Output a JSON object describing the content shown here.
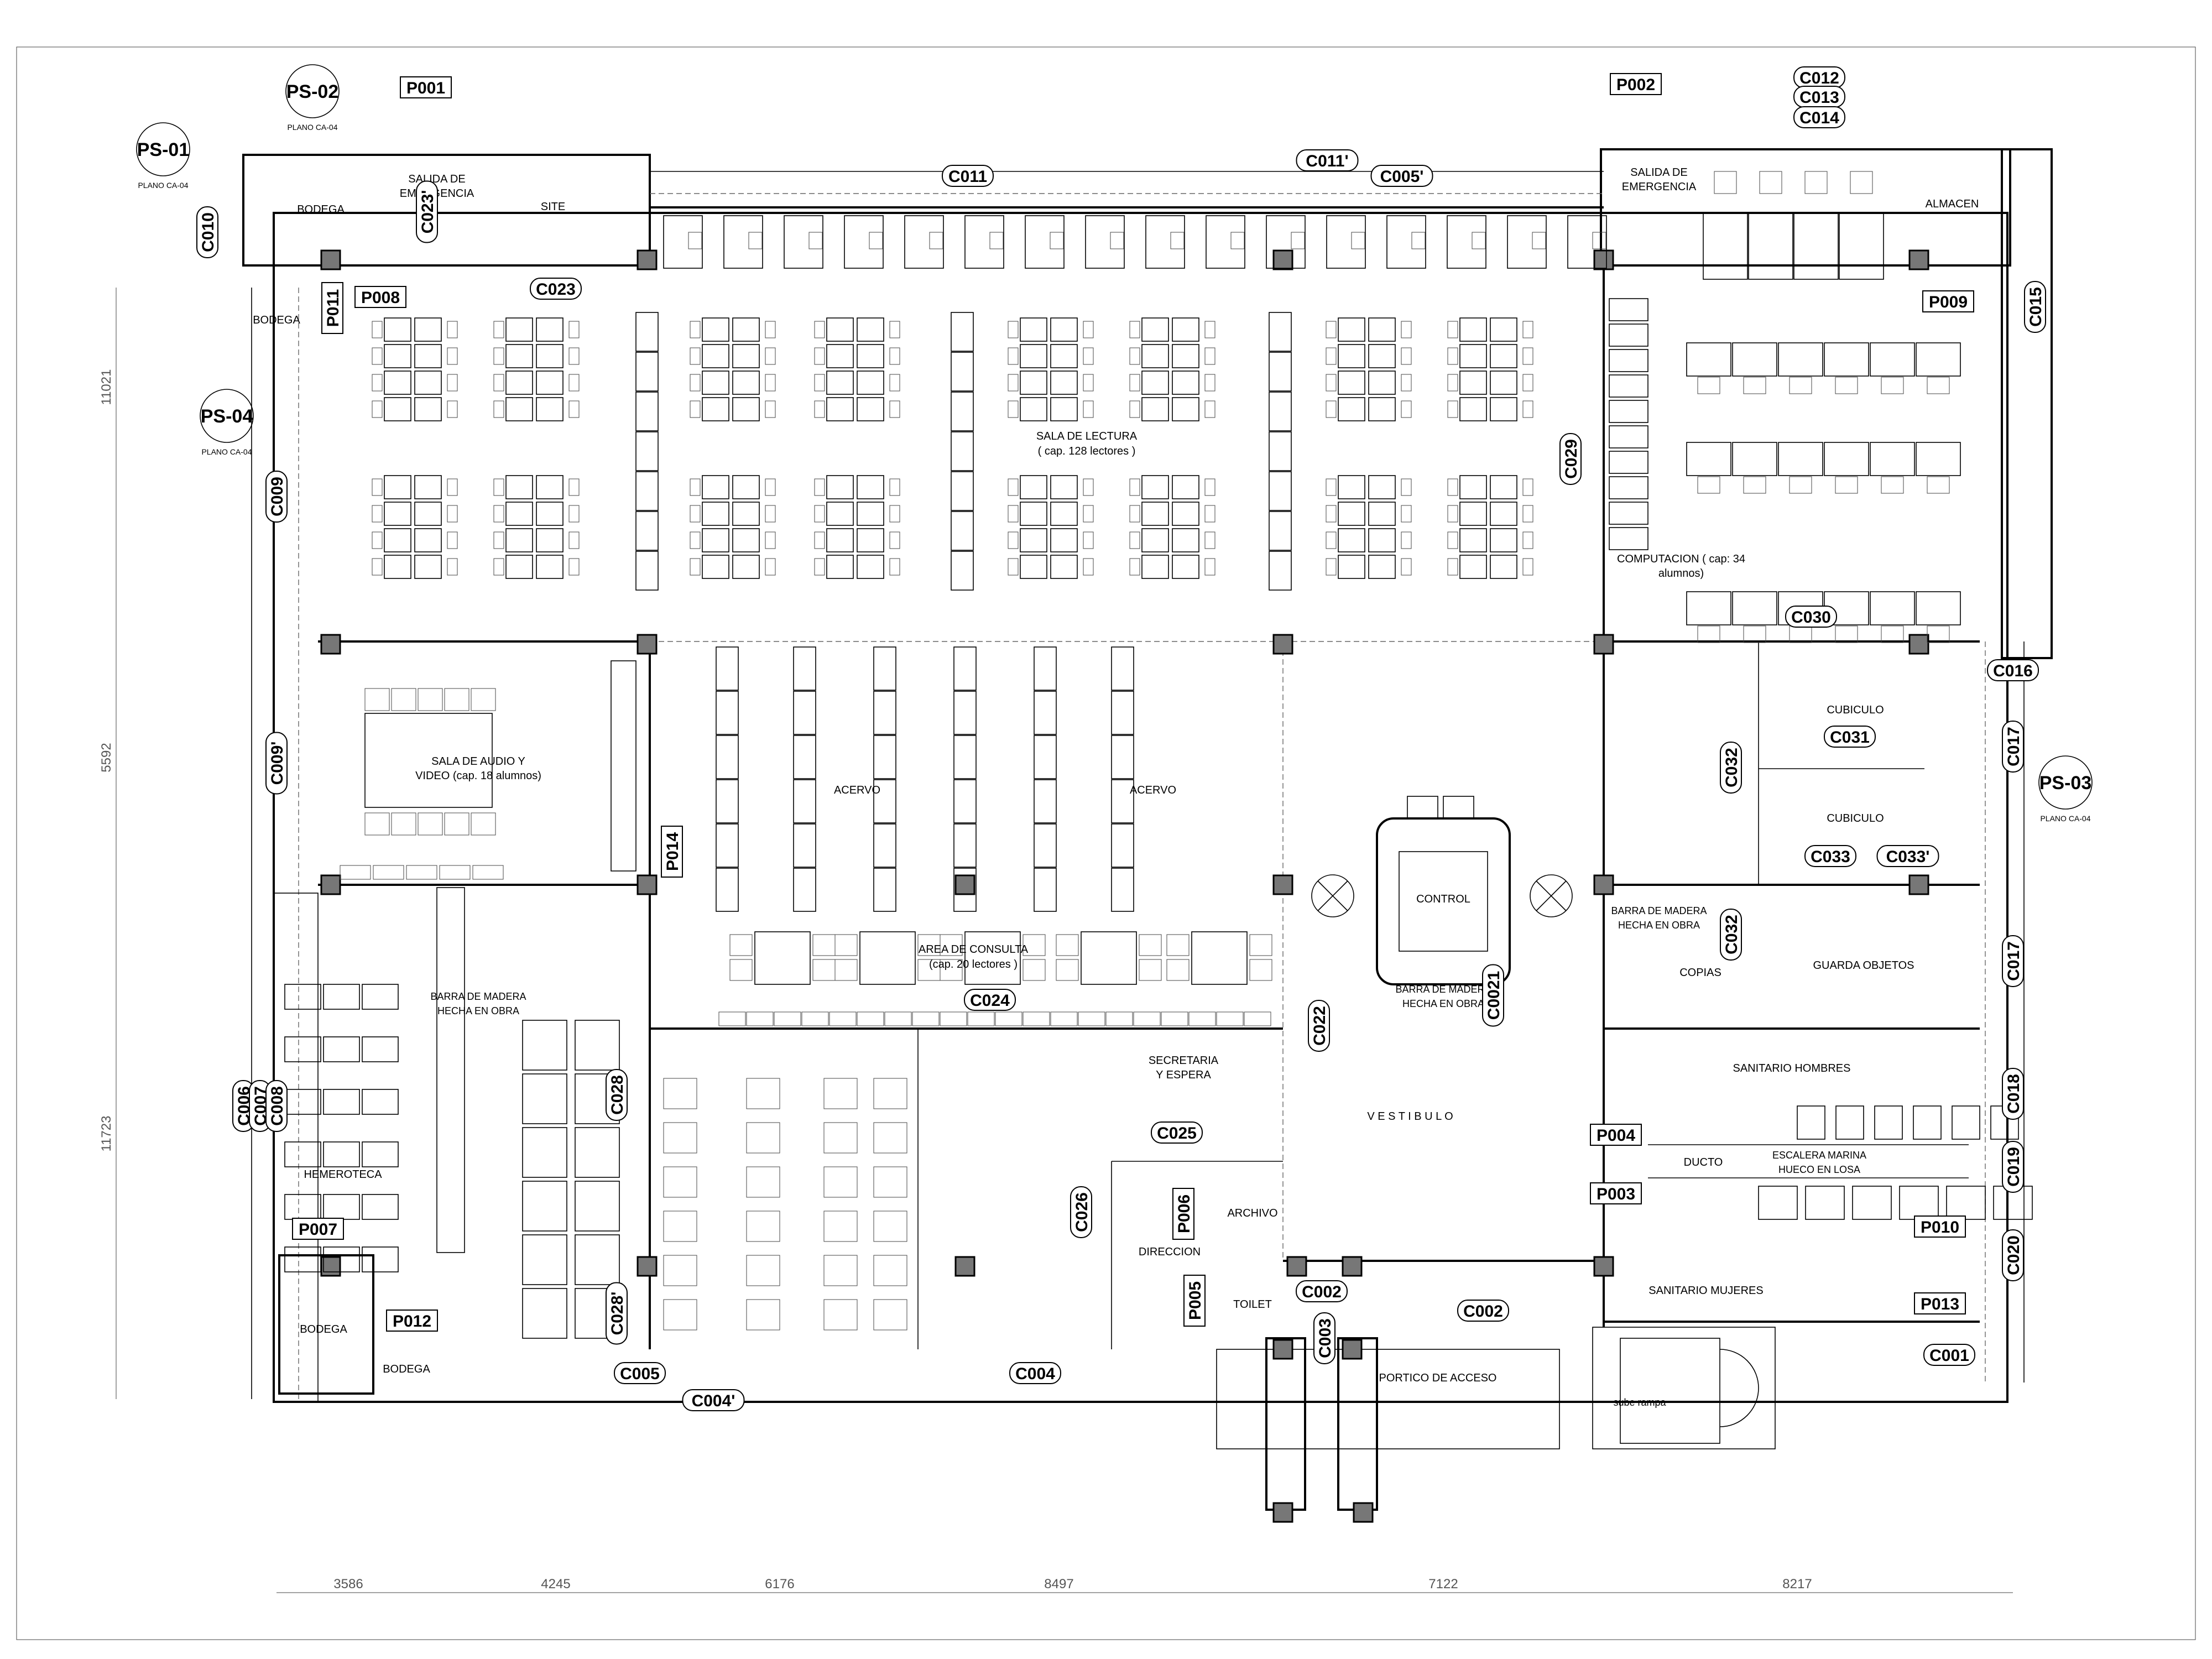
{
  "rooms": {
    "bodega_nw": "BODEGA",
    "bodega_nw2": "BODEGA",
    "salida_emergencia_w": "SALIDA DE\nEMERGENCIA",
    "site": "SITE",
    "sala_lectura": "SALA DE LECTURA",
    "sala_lectura_cap": "( cap. 128 lectores )",
    "salida_emergencia_e": "SALIDA DE\nEMERGENCIA",
    "almacen": "ALMACEN",
    "computacion": "COMPUTACION ( cap: 34\nalumnos)",
    "sala_audio": "SALA DE AUDIO Y\nVIDEO (cap. 18 alumnos)",
    "acervo_1": "ACERVO",
    "acervo_2": "ACERVO",
    "cubiculo_1": "CUBICULO",
    "cubiculo_2": "CUBICULO",
    "control": "CONTROL",
    "barra_control": "BARRA DE MADERA\nHECHA EN OBRA",
    "area_consulta": "AREA DE CONSULTA",
    "area_consulta_cap": "(cap. 20 lectores )",
    "barra_hemeroteca": "BARRA DE MADERA\nHECHA EN OBRA",
    "hemeroteca": "HEMEROTECA",
    "barra_copias": "BARRA DE MADERA\nHECHA EN OBRA",
    "copias": "COPIAS",
    "guarda_objetos": "GUARDA OBJETOS",
    "secretaria": "SECRETARIA\nY ESPERA",
    "archivo": "ARCHIVO",
    "direccion": "DIRECCION",
    "toilet": "TOILET",
    "vestibulo": "V E S T I B U L O",
    "sanitario_hombres": "SANITARIO HOMBRES",
    "ducto": "DUCTO",
    "escalera_marina": "ESCALERA MARINA\nHUECO EN LOSA",
    "sanitario_mujeres": "SANITARIO MUJERES",
    "bodega_sw": "BODEGA",
    "bodega_sw2": "BODEGA",
    "portico": "PORTICO DE ACCESO",
    "sube_rampa": "sube rampa"
  },
  "section_marks": [
    {
      "id": "PS-01",
      "ref": "PLANO CA-04"
    },
    {
      "id": "PS-02",
      "ref": "PLANO CA-04"
    },
    {
      "id": "PS-03",
      "ref": "PLANO CA-04"
    },
    {
      "id": "PS-04",
      "ref": "PLANO CA-04"
    }
  ],
  "tags": [
    "P001",
    "P002",
    "P003",
    "P004",
    "P005",
    "P006",
    "P007",
    "P008",
    "P009",
    "P010",
    "P011",
    "P012",
    "P013",
    "P014",
    "C001",
    "C002",
    "C002",
    "C003",
    "C004",
    "C004'",
    "C005",
    "C005'",
    "C006",
    "C007",
    "C008",
    "C009",
    "C009'",
    "C010",
    "C011",
    "C011'",
    "C012",
    "C013",
    "C014",
    "C015",
    "C016",
    "C017",
    "C017",
    "C018",
    "C019",
    "C020",
    "C0021",
    "C022",
    "C023",
    "C023'",
    "C024",
    "C025",
    "C026",
    "C028",
    "C028'",
    "C029",
    "C030",
    "C031",
    "C032",
    "C032",
    "C033",
    "C033'"
  ],
  "dimensions": {
    "bottom": [
      "3586",
      "4245",
      "6176",
      "8497",
      "7122",
      "8217"
    ],
    "left": [
      "11021",
      "5592",
      "11723"
    ]
  },
  "colors": {
    "line": "#000000",
    "column_fill": "#777777",
    "dim_line": "#555555"
  }
}
